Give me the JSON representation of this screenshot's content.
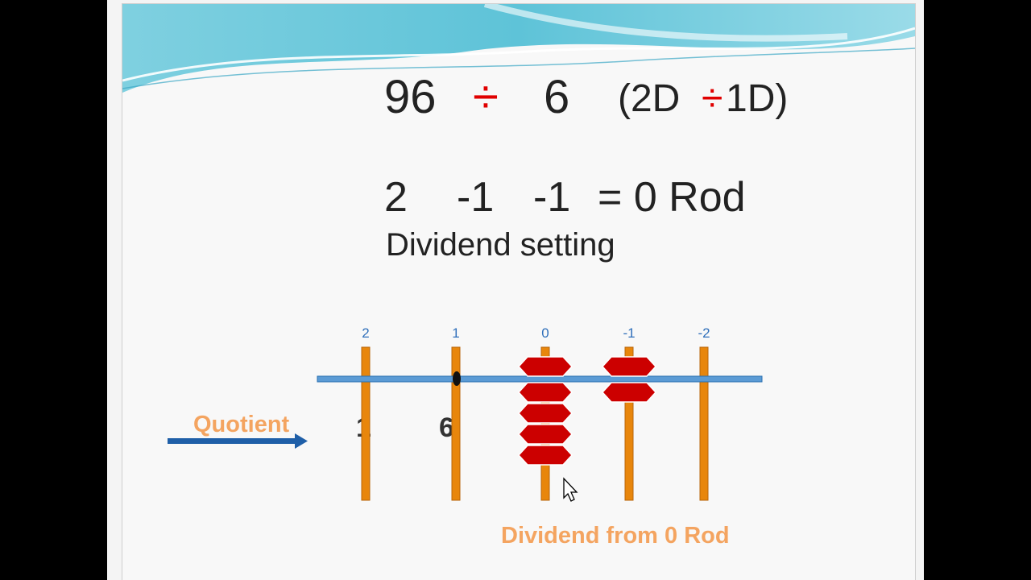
{
  "title": {
    "dividend": "96",
    "operator": "÷",
    "divisor": "6",
    "type_open": "(2D ",
    "type_operator": "÷",
    "type_close": " 1D)"
  },
  "rod_calc": {
    "a": "2",
    "b": "-1",
    "c": "-1",
    "result": "= 0 Rod"
  },
  "setting_label": "Dividend setting",
  "quotient_label": "Quotient",
  "dividend_label": "Dividend from 0 Rod",
  "quotient_digits": [
    "1",
    "6"
  ],
  "rod_labels": [
    "2",
    "1",
    "0",
    "-1",
    "-2"
  ],
  "beads": [
    {
      "rod": "2",
      "upper": 0,
      "lower": 0
    },
    {
      "rod": "1",
      "upper": 0,
      "lower": 0
    },
    {
      "rod": "0",
      "upper": 1,
      "lower": 4
    },
    {
      "rod": "-1",
      "upper": 1,
      "lower": 1
    },
    {
      "rod": "-2",
      "upper": 0,
      "lower": 0
    }
  ],
  "colors": {
    "rod": "#e8860c",
    "bead": "#cc0000",
    "beam": "#5b9bd5",
    "label_orange": "#f4a460",
    "arrow": "#1f5fa8",
    "operator_red": "#e00000",
    "rod_label_blue": "#2f6fba"
  }
}
